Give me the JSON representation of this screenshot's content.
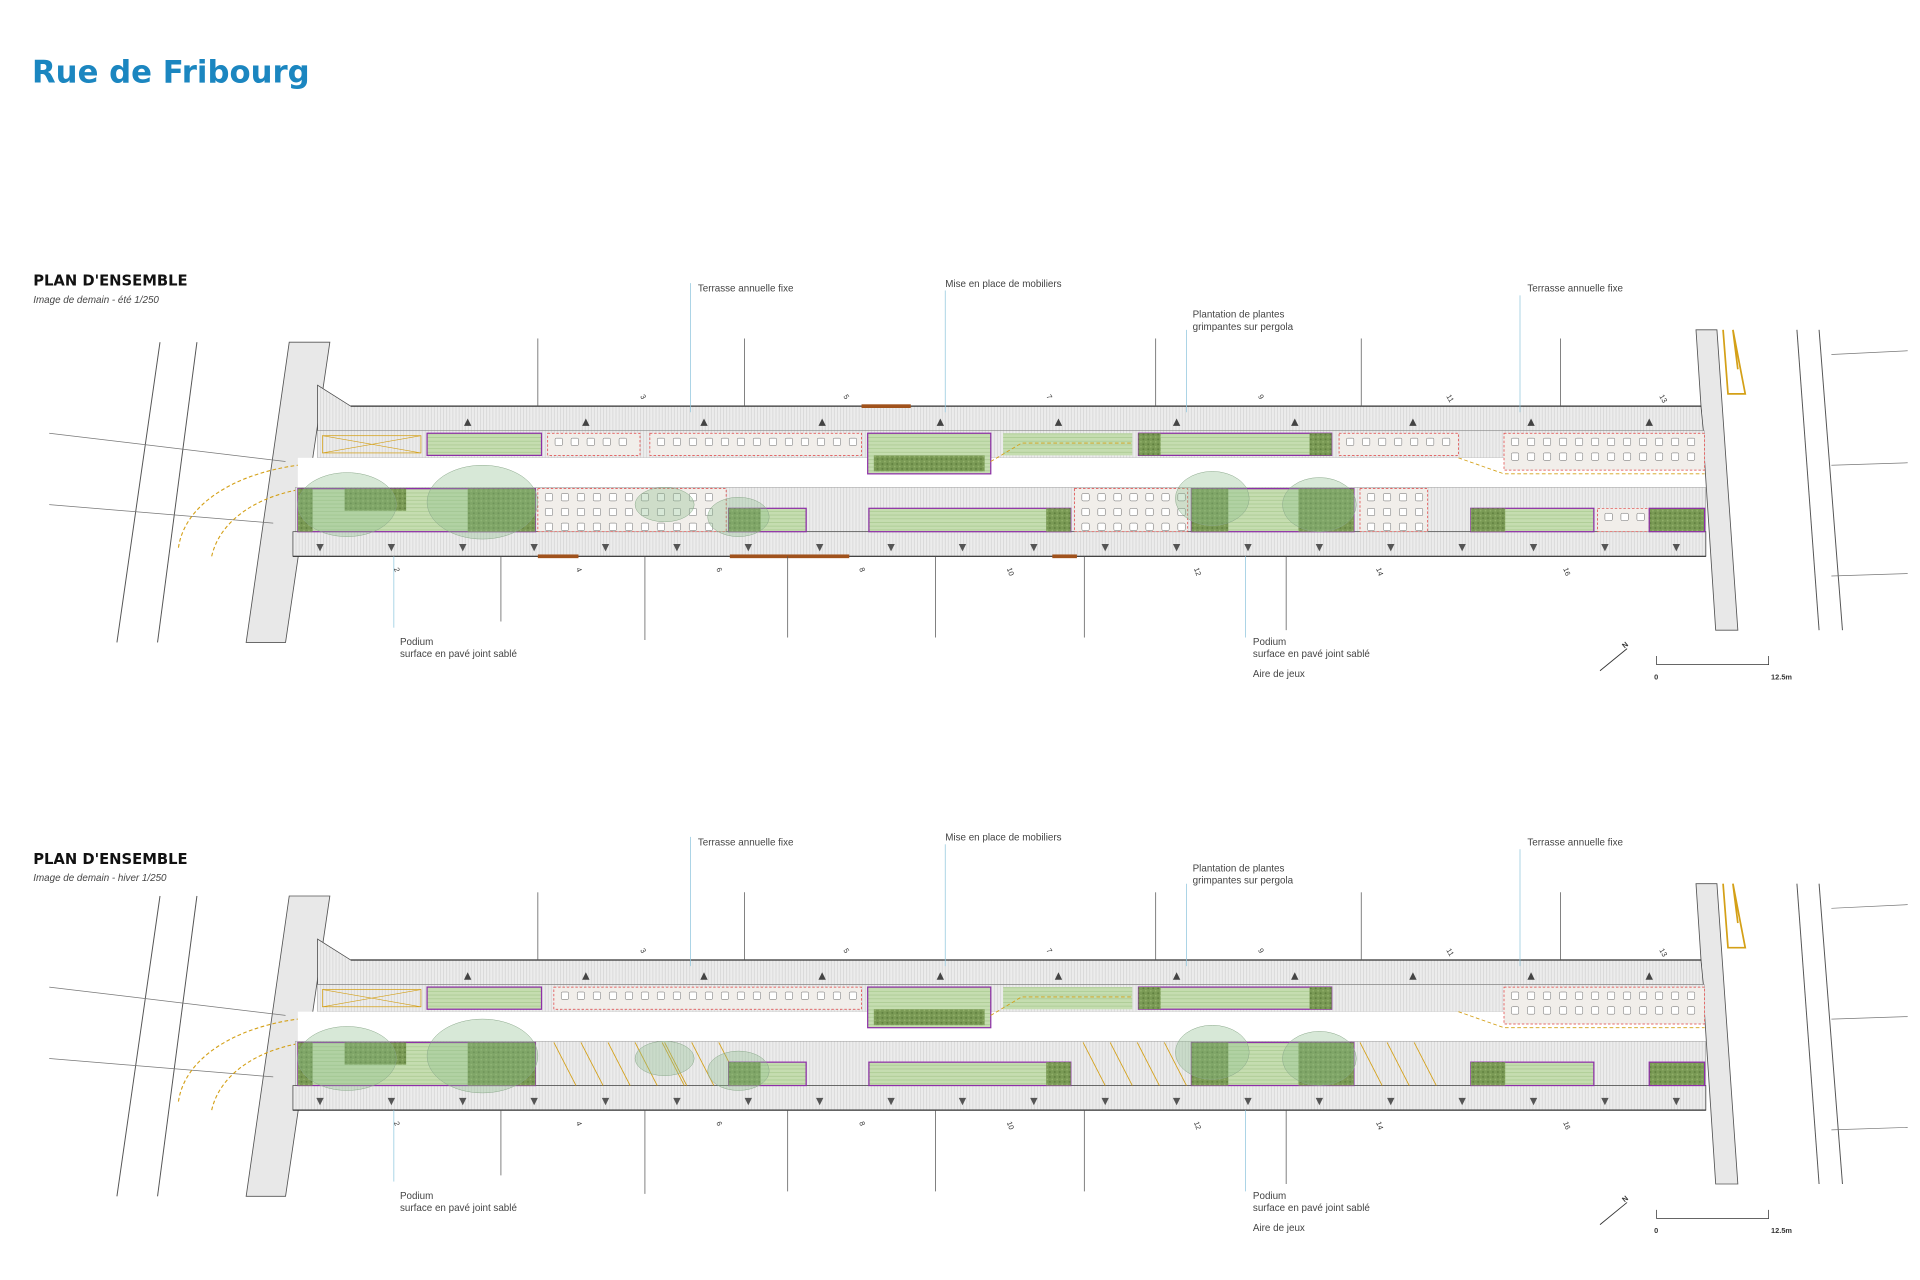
{
  "page_title": "Rue de Fribourg",
  "colors": {
    "title": "#1b86c0",
    "planter_border": "#8e2fa8",
    "terrace_border": "#e04040",
    "green_dark": "#6f8f4a",
    "green_light": "#b9d6a1",
    "bench": "#a0521c",
    "yellow": "#d4a017"
  },
  "plans": [
    {
      "heading": "PLAN D'ENSEMBLE",
      "subtitle": "Image de demain - été  1/250",
      "season": "ete",
      "labels_top": [
        "Terrasse annuelle fixe",
        "Mise en place de mobiliers",
        "Plantation de plantes",
        "grimpantes sur pergola",
        "Terrasse annuelle fixe"
      ],
      "labels_bottom": [
        "Podium",
        "surface en pavé joint sablé",
        "Podium",
        "surface en pavé joint sablé",
        "Aire de jeux"
      ],
      "door_numbers_north": [
        "3",
        "5",
        "7",
        "9",
        "11",
        "13"
      ],
      "door_numbers_south": [
        "2",
        "4",
        "6",
        "8",
        "10",
        "12",
        "14",
        "16"
      ],
      "north": "N",
      "scale": {
        "start": "0",
        "end": "12.5m"
      }
    },
    {
      "heading": "PLAN D'ENSEMBLE",
      "subtitle": "Image de demain - hiver 1/250",
      "season": "hiver",
      "labels_top": [
        "Terrasse annuelle fixe",
        "Mise en place de mobiliers",
        "Plantation de plantes",
        "grimpantes sur pergola",
        "Terrasse annuelle fixe"
      ],
      "labels_bottom": [
        "Podium",
        "surface en pavé joint sablé",
        "Podium",
        "surface en pavé joint sablé",
        "Aire de jeux"
      ],
      "door_numbers_north": [
        "3",
        "5",
        "7",
        "9",
        "11",
        "13"
      ],
      "door_numbers_south": [
        "2",
        "4",
        "6",
        "8",
        "10",
        "12",
        "14",
        "16"
      ],
      "north": "N",
      "scale": {
        "start": "0",
        "end": "12.5m"
      }
    }
  ]
}
